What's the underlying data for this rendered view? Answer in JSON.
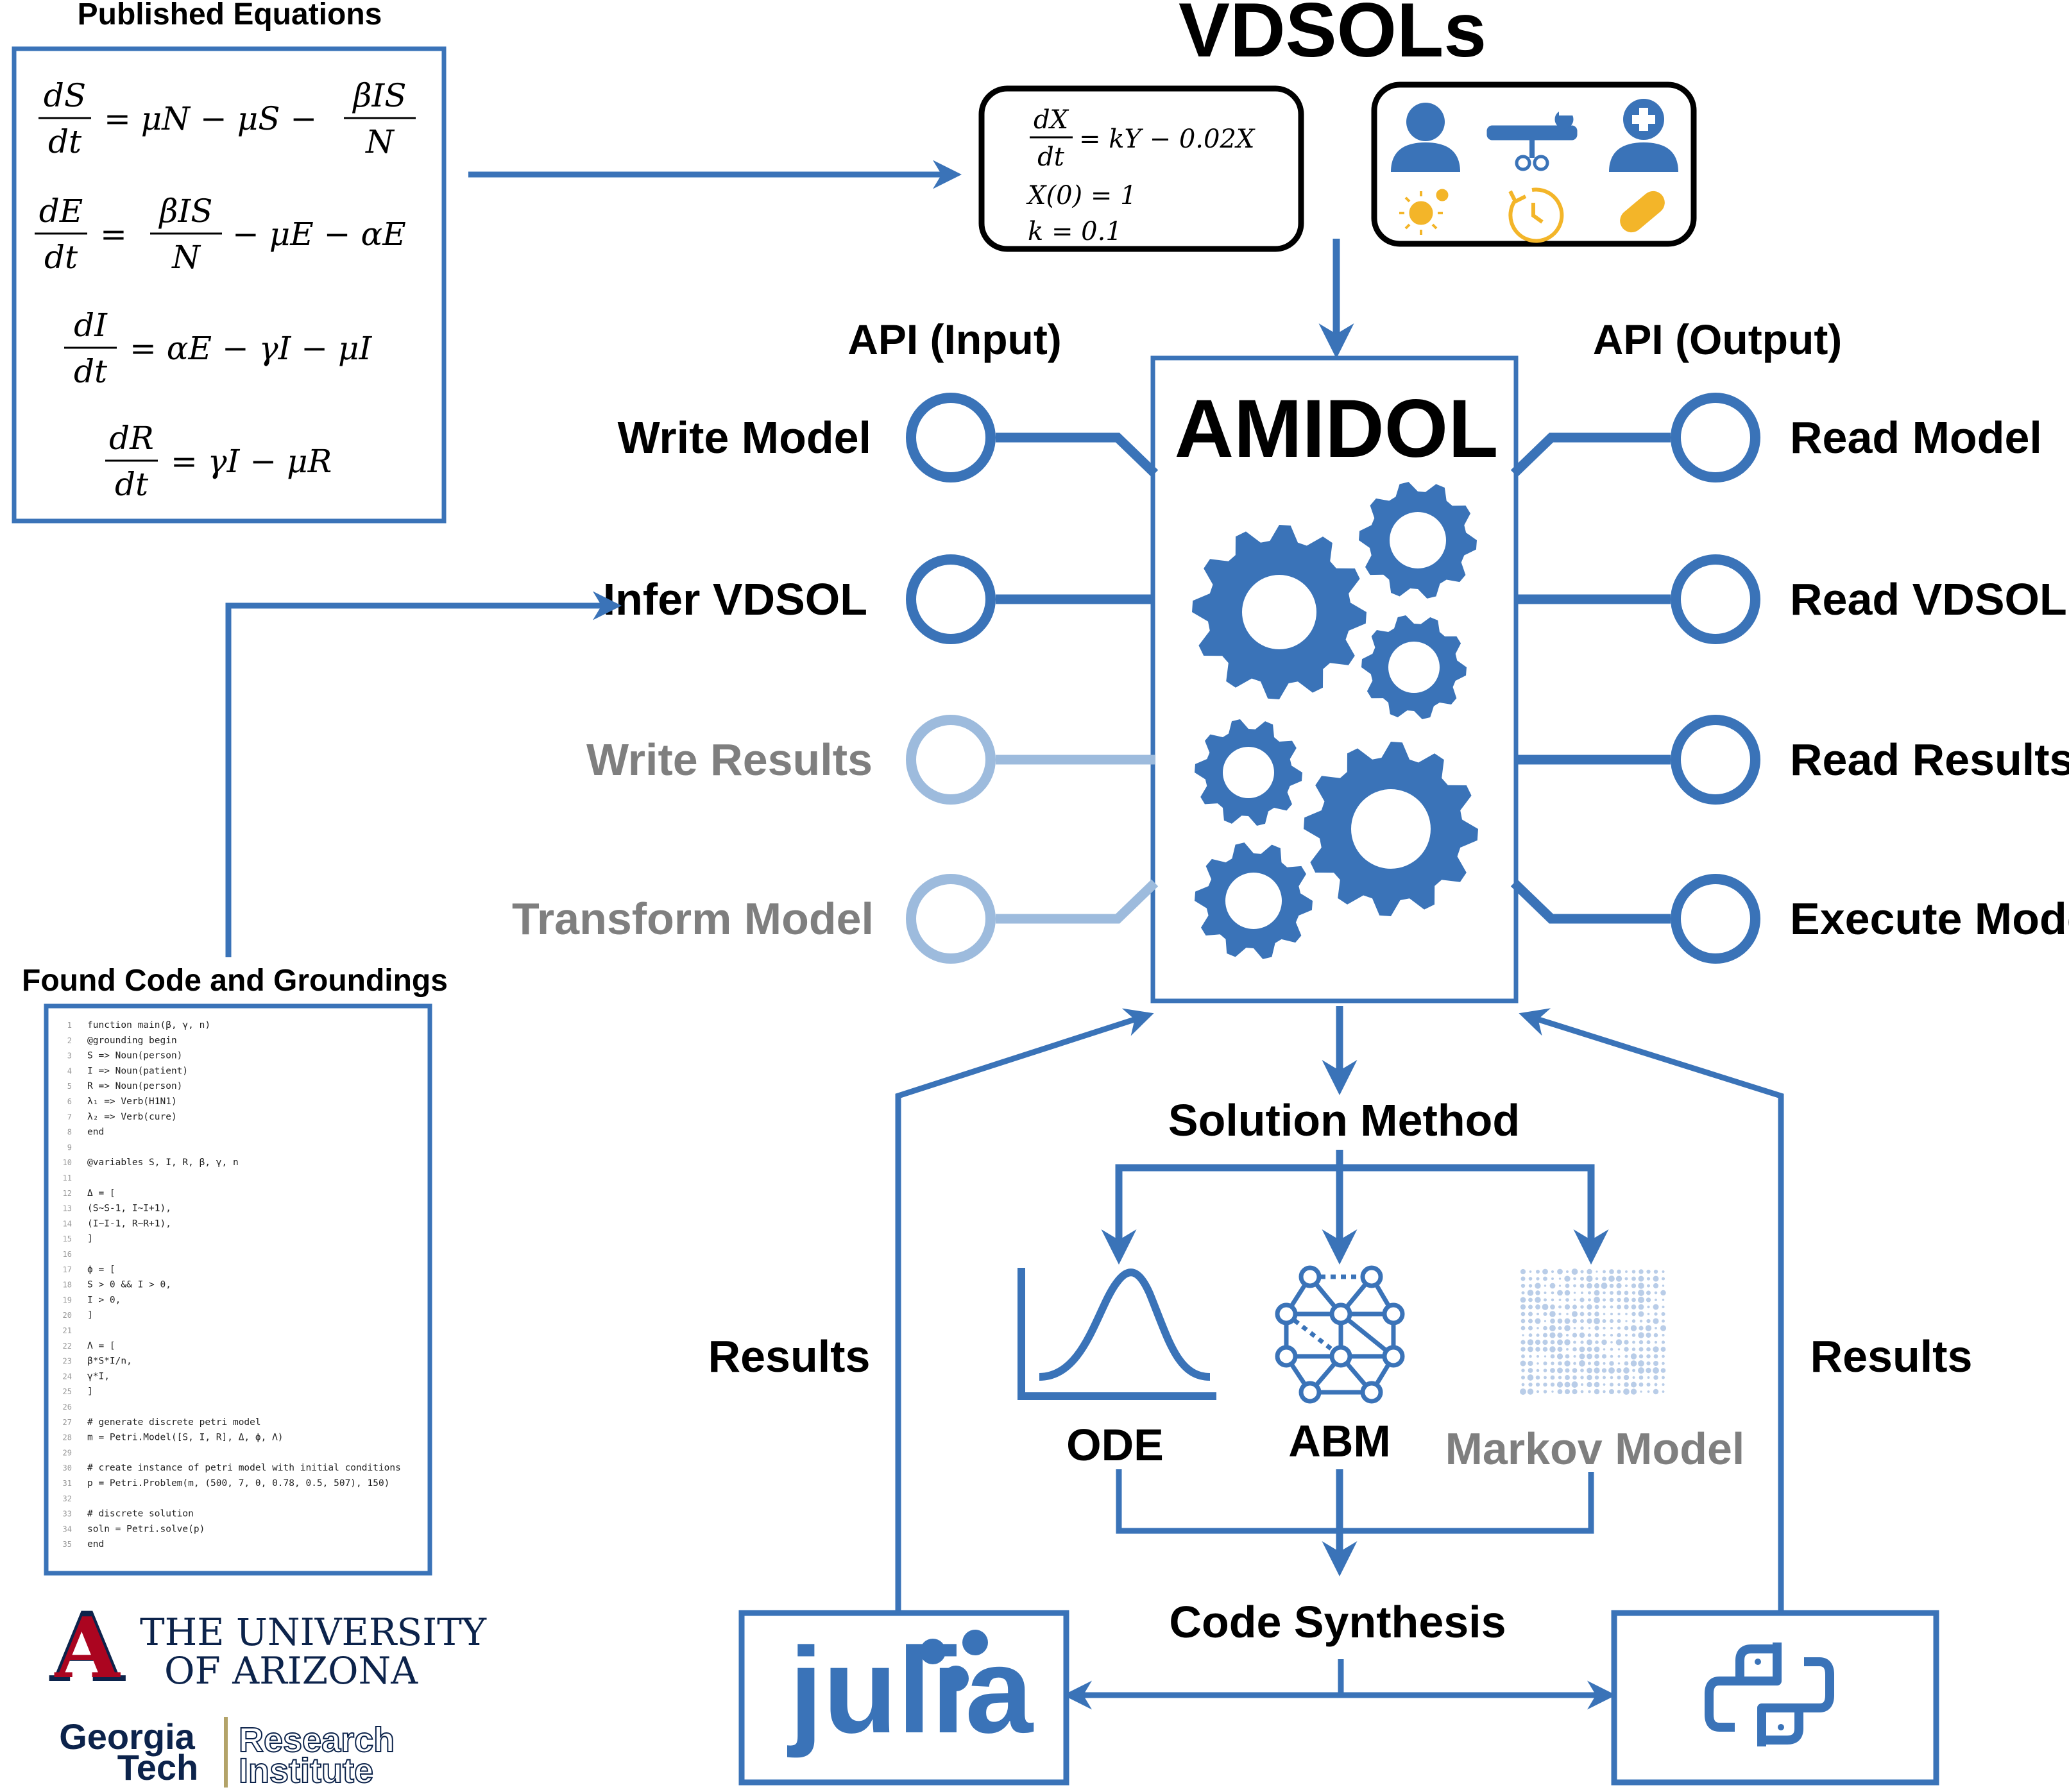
{
  "colors": {
    "primary": "#3A73B8",
    "faded": "#9DBBDD",
    "gear": "#3A73B8",
    "text": "#000000",
    "gray_text": "#7F7F7F",
    "icon_orange": "#F3B529",
    "markov_dots": "#B9CDE8"
  },
  "published_equations": {
    "title": "Published Equations",
    "equations": [
      {
        "num": "dS",
        "den": "dt",
        "rhs_before": "= μN − μS −",
        "frac_num": "βIS",
        "frac_den": "N",
        "rhs_after": ""
      },
      {
        "num": "dE",
        "den": "dt",
        "rhs_before": "=",
        "frac_num": "βIS",
        "frac_den": "N",
        "rhs_after": "− μE − αE"
      },
      {
        "num": "dI",
        "den": "dt",
        "rhs_before": "= αE − γI − μI",
        "frac_num": "",
        "frac_den": "",
        "rhs_after": ""
      },
      {
        "num": "dR",
        "den": "dt",
        "rhs_before": "= γI − μR",
        "frac_num": "",
        "frac_den": "",
        "rhs_after": ""
      }
    ]
  },
  "vdsols": {
    "title": "VDSOLs",
    "equation": {
      "num": "dX",
      "den": "dt",
      "rhs": "= kY − 0.02X"
    },
    "initial_condition": "X(0) = 1",
    "parameter": "k = 0.1",
    "icons": [
      "person-icon",
      "hospital-bed-icon",
      "doctor-icon",
      "virus-icon",
      "recovery-clock-icon",
      "pill-icon"
    ]
  },
  "amidol": {
    "title": "AMIDOL",
    "api_input_label": "API (Input)",
    "api_output_label": "API (Output)",
    "inputs": [
      {
        "label": "Write Model",
        "active": true
      },
      {
        "label": "Infer VDSOL",
        "active": true
      },
      {
        "label": "Write Results",
        "active": false
      },
      {
        "label": "Transform Model",
        "active": false
      }
    ],
    "outputs": [
      {
        "label": "Read Model",
        "active": true
      },
      {
        "label": "Read VDSOL",
        "active": true
      },
      {
        "label": "Read Results",
        "active": true
      },
      {
        "label": "Execute Model",
        "active": true
      }
    ]
  },
  "found_code": {
    "title": "Found Code and Groundings",
    "lines": [
      "function main(β, γ, n)",
      "    @grounding begin",
      "        S => Noun(person)",
      "        I => Noun(patient)",
      "        R => Noun(person)",
      "        λ₁ => Verb(H1N1)",
      "        λ₂ => Verb(cure)",
      "    end",
      "",
      "    @variables S, I, R, β, γ, n",
      "",
      "    Δ = [",
      "        (S~S-1, I~I+1),",
      "        (I~I-1, R~R+1),",
      "    ]",
      "",
      "    ϕ = [",
      "        S > 0 && I > 0,",
      "        I > 0,",
      "    ]",
      "",
      "    Λ = [",
      "        β*S*I/n,",
      "        γ*I,",
      "    ]",
      "",
      "    # generate discrete petri model",
      "    m = Petri.Model([S, I, R], Δ, ϕ, Λ)",
      "",
      "    # create instance of petri model with initial conditions",
      "    p = Petri.Problem(m, (500, 7, 0, 0.78, 0.5, 507), 150)",
      "",
      "    # discrete solution",
      "    soln = Petri.solve(p)",
      "end"
    ]
  },
  "solution_method": {
    "title": "Solution Method",
    "methods": [
      {
        "label": "ODE",
        "active": true
      },
      {
        "label": "ABM",
        "active": true
      },
      {
        "label": "Markov Model",
        "active": false
      }
    ]
  },
  "code_synthesis": {
    "title": "Code Synthesis",
    "left_results": "Results",
    "right_results": "Results",
    "julia_logo_text": "julia"
  },
  "logos": {
    "arizona_line1": "THE UNIVERSITY",
    "arizona_line2": "OF ARIZONA",
    "arizona_letter": "A",
    "gt_line1": "Georgia",
    "gt_line2": "Tech",
    "gtri_line1": "Research",
    "gtri_line2": "Institute"
  }
}
